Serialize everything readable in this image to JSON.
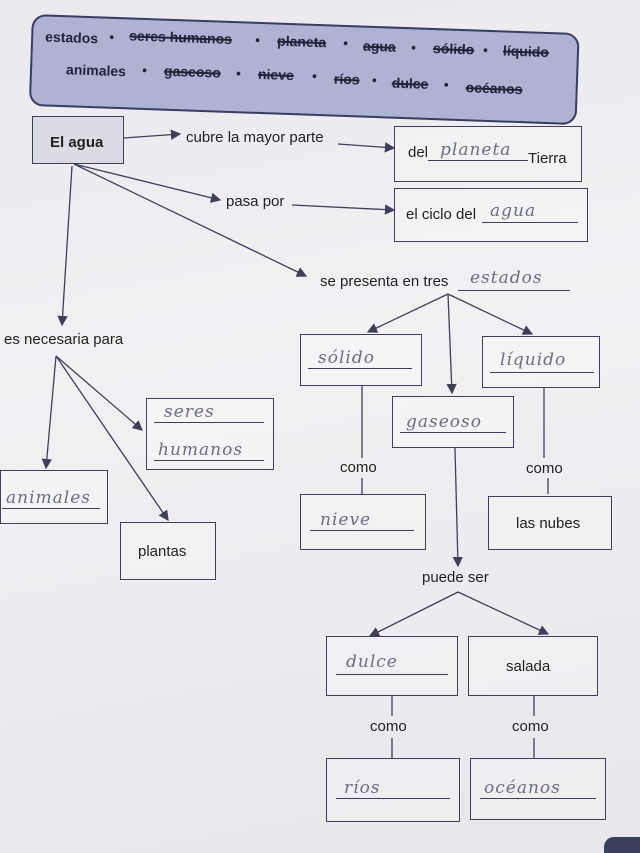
{
  "word_bank": {
    "words": [
      {
        "text": "estados",
        "crossed": false
      },
      {
        "text": "seres humanos",
        "crossed": true
      },
      {
        "text": "planeta",
        "crossed": true
      },
      {
        "text": "agua",
        "crossed": true
      },
      {
        "text": "sólido",
        "crossed": true
      },
      {
        "text": "líquido",
        "crossed": true
      },
      {
        "text": "animales",
        "crossed": false
      },
      {
        "text": "gaseoso",
        "crossed": true
      },
      {
        "text": "nieve",
        "crossed": true
      },
      {
        "text": "ríos",
        "crossed": true
      },
      {
        "text": "dulce",
        "crossed": true
      },
      {
        "text": "océanos",
        "crossed": true
      }
    ]
  },
  "map": {
    "root": "El agua",
    "branch_cubre": "cubre la mayor parte",
    "del_prefix": "del",
    "del_answer": "planeta",
    "del_suffix": "Tierra",
    "branch_pasa": "pasa por",
    "ciclo_prefix": "el ciclo del",
    "ciclo_answer": "agua",
    "branch_presenta": "se presenta en tres",
    "presenta_answer": "estados",
    "branch_necesaria": "es necesaria para",
    "solido_answer": "sólido",
    "liquido_answer": "líquido",
    "gaseoso_answer": "gaseoso",
    "seres_answer_1": "seres",
    "seres_answer_2": "humanos",
    "animales_answer": "animales",
    "plantas": "plantas",
    "como_1": "como",
    "como_2": "como",
    "nieve_answer": "nieve",
    "nubes": "las nubes",
    "puede_ser": "puede ser",
    "dulce_answer": "dulce",
    "salada": "salada",
    "como_3": "como",
    "como_4": "como",
    "rios_answer": "ríos",
    "oceanos_answer": "océanos"
  },
  "colors": {
    "ink": "#3d4058",
    "word_bank_bg": "#aeb3d4",
    "pencil": "#6a6e80"
  }
}
